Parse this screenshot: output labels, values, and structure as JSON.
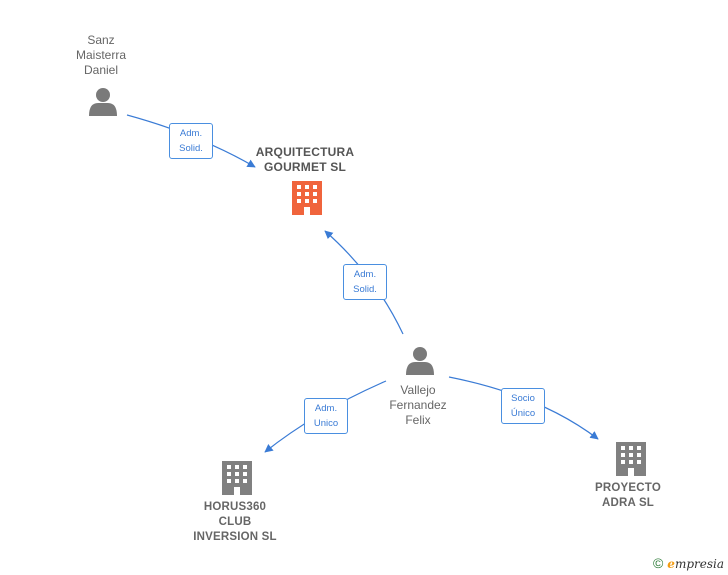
{
  "nodes": {
    "sanz": {
      "label": "Sanz\nMaisterra\nDaniel",
      "icon": "person-icon"
    },
    "vallejo": {
      "label": "Vallejo\nFernandez\nFelix",
      "icon": "person-icon"
    },
    "arquitectura": {
      "label": "ARQUITECTURA\nGOURMET  SL",
      "icon": "building-icon",
      "color": "#f0643c"
    },
    "horus": {
      "label": "HORUS360\nCLUB\nINVERSION  SL",
      "icon": "building-icon",
      "color": "#808080"
    },
    "proyecto": {
      "label": "PROYECTO\nADRA  SL",
      "icon": "building-icon",
      "color": "#808080"
    }
  },
  "edges": {
    "sanz_arquitectura": {
      "line1": "Adm.",
      "line2": "Solid."
    },
    "vallejo_arquitectura": {
      "line1": "Adm.",
      "line2": "Solid."
    },
    "vallejo_horus": {
      "line1": "Adm.",
      "line2": "Unico"
    },
    "vallejo_proyecto": {
      "line1": "Socio",
      "line2": "Único"
    }
  },
  "colors": {
    "edge": "#3a7bd5",
    "person": "#7a7a7a",
    "highlight": "#f0643c",
    "building": "#808080"
  },
  "footer": {
    "copyright": "©",
    "brand_initial": "e",
    "brand_rest": "mpresia"
  }
}
